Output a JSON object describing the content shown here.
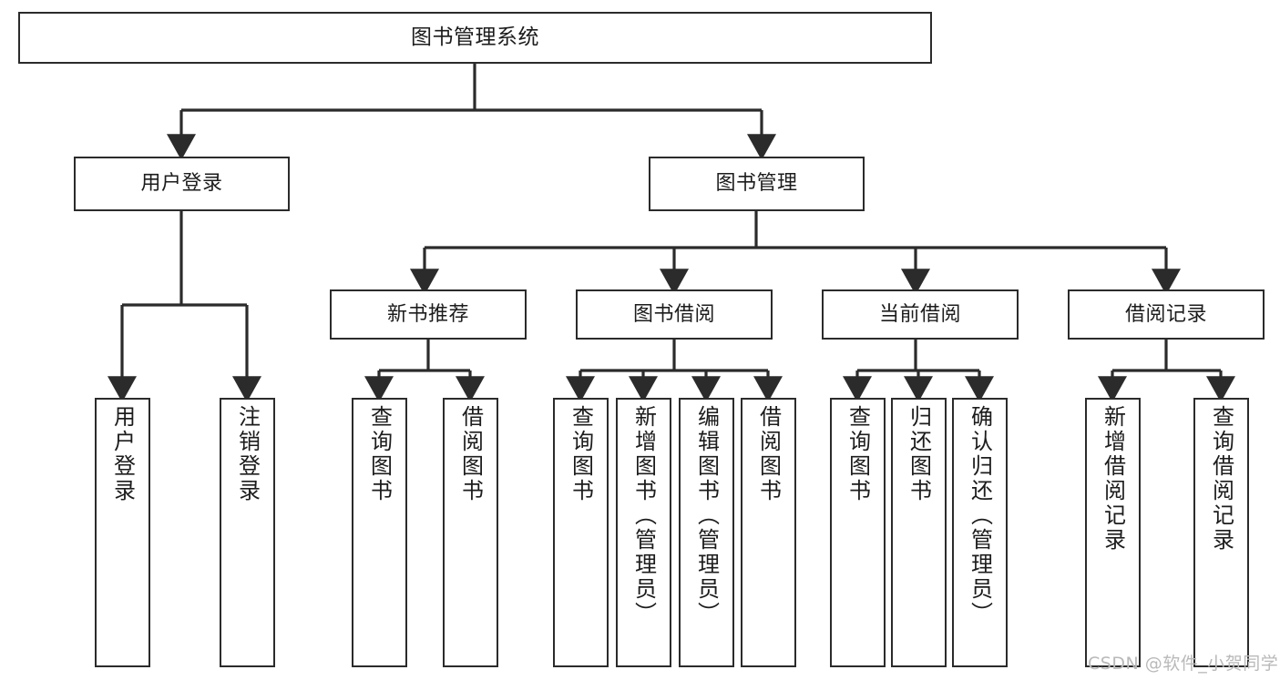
{
  "diagram": {
    "title": "图书管理系统",
    "watermark": "CSDN @软件_小贺同学",
    "line_color": "#2b2b2b",
    "box_fill": "#ffffff",
    "text_color": "#1c1c1c",
    "levels": {
      "root": "图书管理系统",
      "level2": [
        "用户登录",
        "图书管理"
      ],
      "level3": [
        "新书推荐",
        "图书借阅",
        "当前借阅",
        "借阅记录"
      ]
    },
    "nodes": {
      "root": {
        "label": "图书管理系统"
      },
      "user_login": {
        "label": "用户登录"
      },
      "book_manage": {
        "label": "图书管理"
      },
      "new_book_rec": {
        "label": "新书推荐"
      },
      "book_borrow": {
        "label": "图书借阅"
      },
      "current_borrow": {
        "label": "当前借阅"
      },
      "borrow_record": {
        "label": "借阅记录"
      },
      "leaf_user_login": {
        "label": "用户登录"
      },
      "leaf_user_logout": {
        "label": "注销登录"
      },
      "leaf_query_book_1": {
        "label": "查询图书"
      },
      "leaf_borrow_book_1": {
        "label": "借阅图书"
      },
      "leaf_query_book_2": {
        "label": "查询图书"
      },
      "leaf_add_book": {
        "label": "新增图书（管理员）"
      },
      "leaf_edit_book": {
        "label": "编辑图书（管理员）"
      },
      "leaf_borrow_book_2": {
        "label": "借阅图书"
      },
      "leaf_query_book_3": {
        "label": "查询图书"
      },
      "leaf_return_book": {
        "label": "归还图书"
      },
      "leaf_confirm_return": {
        "label": "确认归还（管理员）"
      },
      "leaf_add_record": {
        "label": "新增借阅记录"
      },
      "leaf_query_record": {
        "label": "查询借阅记录"
      }
    },
    "tree": [
      {
        "label": "图书管理系统",
        "children": [
          {
            "label": "用户登录",
            "children": [
              {
                "label": "用户登录"
              },
              {
                "label": "注销登录"
              }
            ]
          },
          {
            "label": "图书管理",
            "children": [
              {
                "label": "新书推荐",
                "children": [
                  {
                    "label": "查询图书"
                  },
                  {
                    "label": "借阅图书"
                  }
                ]
              },
              {
                "label": "图书借阅",
                "children": [
                  {
                    "label": "查询图书"
                  },
                  {
                    "label": "新增图书（管理员）"
                  },
                  {
                    "label": "编辑图书（管理员）"
                  },
                  {
                    "label": "借阅图书"
                  }
                ]
              },
              {
                "label": "当前借阅",
                "children": [
                  {
                    "label": "查询图书"
                  },
                  {
                    "label": "归还图书"
                  },
                  {
                    "label": "确认归还（管理员）"
                  }
                ]
              },
              {
                "label": "借阅记录",
                "children": [
                  {
                    "label": "新增借阅记录"
                  },
                  {
                    "label": "查询借阅记录"
                  }
                ]
              }
            ]
          }
        ]
      }
    ]
  }
}
